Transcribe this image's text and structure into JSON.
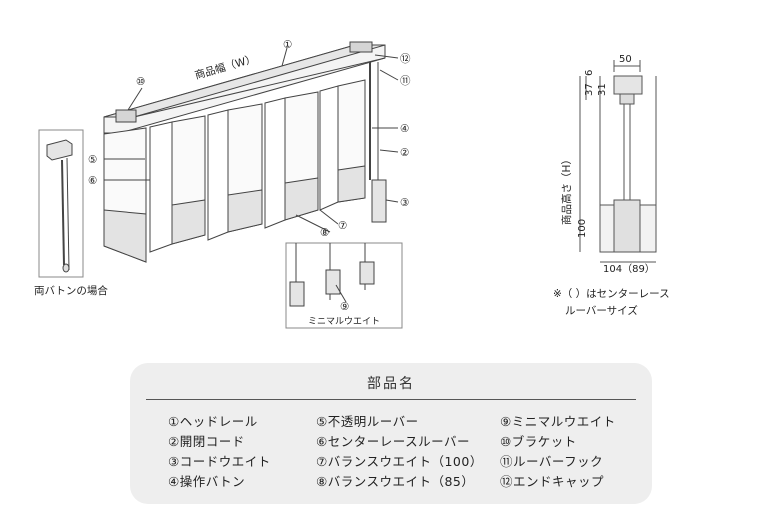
{
  "labels": {
    "width": "商品幅（W）",
    "height": "商品高さ（H）",
    "double_baton": "両バトンの場合",
    "mini_weight": "ミニマルウエイト",
    "note_line1": "※（ ）はセンターレース",
    "note_line2": "ルーバーサイズ"
  },
  "callouts": {
    "c1": "①",
    "c2": "②",
    "c3": "③",
    "c4": "④",
    "c5": "⑤",
    "c6": "⑥",
    "c7": "⑦",
    "c8": "⑧",
    "c9": "⑨",
    "c10": "⑩",
    "c11": "⑪",
    "c12": "⑫"
  },
  "dimensions": {
    "top_width": "50",
    "d6": "6",
    "d37": "37",
    "d31": "31",
    "d100": "100",
    "bottom_width": "104（89）"
  },
  "parts": {
    "title": "部品名",
    "items": [
      "①ヘッドレール",
      "②開閉コード",
      "③コードウエイト",
      "④操作バトン",
      "⑤不透明ルーバー",
      "⑥センターレースルーバー",
      "⑦バランスウエイト（100）",
      "⑧バランスウエイト（85）",
      "⑨ミニマルウエイト",
      "⑩ブラケット",
      "⑪ルーバーフック",
      "⑫エンドキャップ"
    ]
  }
}
